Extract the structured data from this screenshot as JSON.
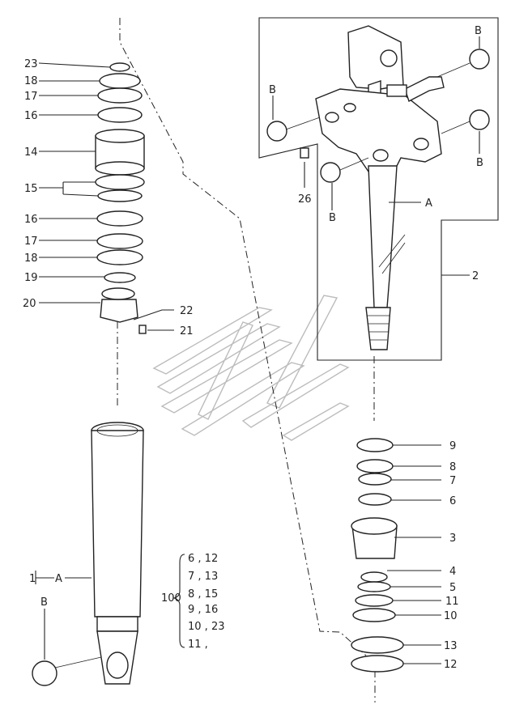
{
  "diagram": {
    "labels": {
      "p1": "1",
      "a_left": "A",
      "b_left": "B",
      "p2": "2",
      "a_right": "A",
      "b1": "B",
      "b2": "B",
      "b3": "B",
      "b4": "B",
      "p3": "3",
      "p4": "4",
      "p5": "5",
      "p6": "6",
      "p7": "7",
      "p8": "8",
      "p9": "9",
      "p10": "10",
      "p11": "11",
      "p12": "12",
      "p13": "13",
      "p14": "14",
      "p15": "15",
      "p16a": "16",
      "p16b": "16",
      "p17a": "17",
      "p17b": "17",
      "p18a": "18",
      "p18b": "18",
      "p19": "19",
      "p20": "20",
      "p21": "21",
      "p22": "22",
      "p23": "23",
      "p26": "26"
    },
    "kit": {
      "number": "100",
      "rows": [
        "6 , 12",
        "7 , 13",
        "8 , 15",
        "9 , 16",
        "10 , 23",
        "11 ,"
      ]
    }
  }
}
